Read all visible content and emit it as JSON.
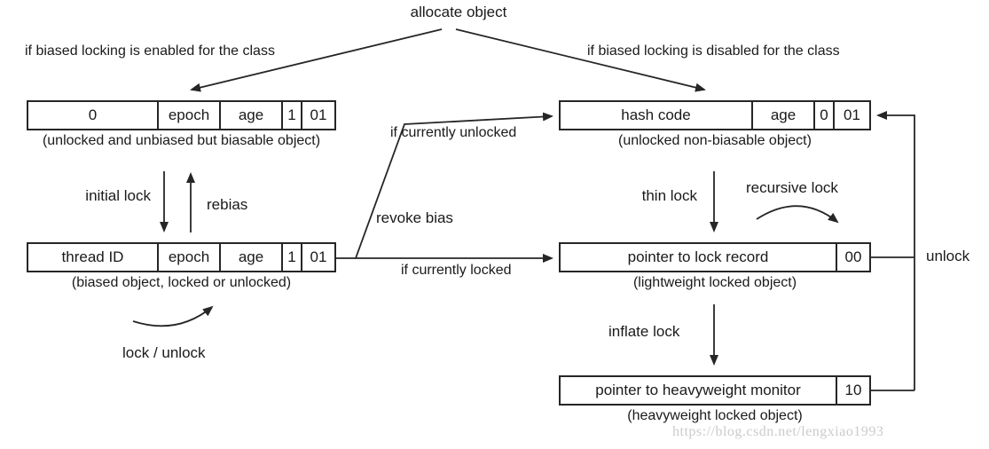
{
  "title": "allocate object",
  "branches": {
    "left": "if biased locking is enabled for the class",
    "right": "if biased locking is disabled for the class"
  },
  "boxes": {
    "biasable": {
      "cells": [
        "0",
        "epoch",
        "age",
        "1",
        "01"
      ],
      "caption": "(unlocked and unbiased but biasable object)"
    },
    "biased": {
      "cells": [
        "thread ID",
        "epoch",
        "age",
        "1",
        "01"
      ],
      "caption": "(biased object, locked or unlocked)"
    },
    "non_biasable": {
      "cells": [
        "hash code",
        "age",
        "0",
        "01"
      ],
      "caption": "(unlocked non-biasable object)"
    },
    "lightweight": {
      "cells": [
        "pointer to lock record",
        "00"
      ],
      "caption": "(lightweight locked object)"
    },
    "heavyweight": {
      "cells": [
        "pointer to heavyweight monitor",
        "10"
      ],
      "caption": "(heavyweight locked object)"
    }
  },
  "labels": {
    "initial_lock": "initial lock",
    "rebias": "rebias",
    "lock_unlock": "lock / unlock",
    "revoke_bias": "revoke bias",
    "if_currently_unlocked": "if currently unlocked",
    "if_currently_locked": "if currently locked",
    "thin_lock": "thin lock",
    "recursive_lock": "recursive lock",
    "inflate_lock": "inflate lock",
    "unlock": "unlock"
  },
  "colors": {
    "line": "#262626",
    "text": "#1a1a1a",
    "watermark": "#cbcbcb",
    "background": "#ffffff"
  },
  "watermark": "https://blog.csdn.net/lengxiao1993"
}
